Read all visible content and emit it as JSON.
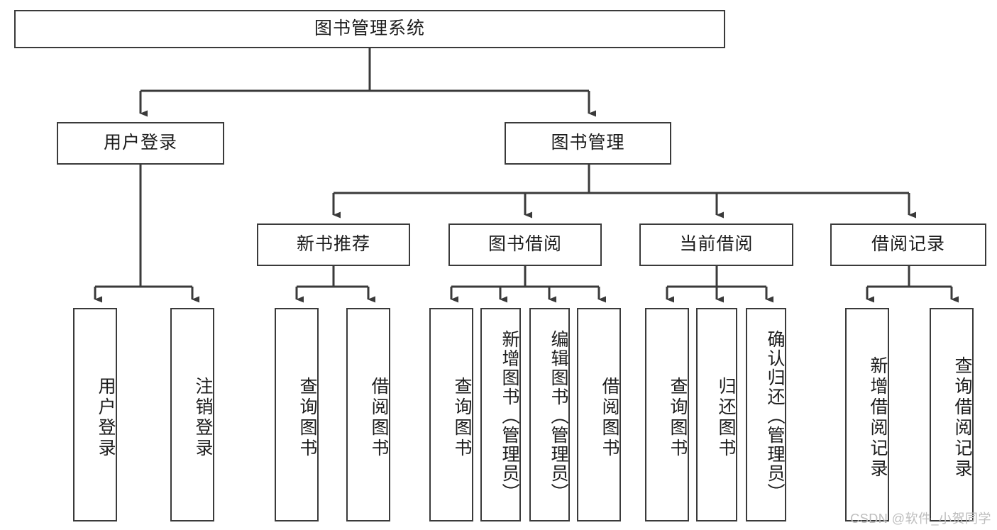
{
  "diagram": {
    "title": "图书管理系统",
    "type": "tree-hierarchy",
    "root": {
      "id": "root",
      "label": "图书管理系统"
    },
    "level2": [
      {
        "id": "user-login",
        "label": "用户登录"
      },
      {
        "id": "book-manage",
        "label": "图书管理"
      }
    ],
    "level3": [
      {
        "id": "new-book-rec",
        "label": "新书推荐",
        "parent": "book-manage"
      },
      {
        "id": "book-borrow",
        "label": "图书借阅",
        "parent": "book-manage"
      },
      {
        "id": "current-borrow",
        "label": "当前借阅",
        "parent": "book-manage"
      },
      {
        "id": "borrow-record",
        "label": "借阅记录",
        "parent": "book-manage"
      }
    ],
    "leaves": [
      {
        "id": "leaf-user-login",
        "label": "用户登录",
        "parent": "user-login"
      },
      {
        "id": "leaf-logout-login",
        "label": "注销登录",
        "parent": "user-login"
      },
      {
        "id": "leaf-query-book-1",
        "label": "查询图书",
        "parent": "new-book-rec"
      },
      {
        "id": "leaf-borrow-book-1",
        "label": "借阅图书",
        "parent": "new-book-rec"
      },
      {
        "id": "leaf-query-book-2",
        "label": "查询图书",
        "parent": "book-borrow"
      },
      {
        "id": "leaf-add-book",
        "label": "新增图书（管理员）",
        "parent": "book-borrow"
      },
      {
        "id": "leaf-edit-book",
        "label": "编辑图书（管理员）",
        "parent": "book-borrow"
      },
      {
        "id": "leaf-borrow-book-2",
        "label": "借阅图书",
        "parent": "book-borrow"
      },
      {
        "id": "leaf-query-book-3",
        "label": "查询图书",
        "parent": "current-borrow"
      },
      {
        "id": "leaf-return-book",
        "label": "归还图书",
        "parent": "current-borrow"
      },
      {
        "id": "leaf-confirm-return",
        "label": "确认归还（管理员）",
        "parent": "current-borrow"
      },
      {
        "id": "leaf-add-record",
        "label": "新增借阅记录",
        "parent": "borrow-record"
      },
      {
        "id": "leaf-query-record",
        "label": "查询借阅记录",
        "parent": "borrow-record"
      }
    ],
    "watermark": "CSDN @软件_小贺同学",
    "colors": {
      "border": "#3a3a3a",
      "text": "#1c1c1c",
      "background": "#ffffff",
      "watermark": "#bdbdbd"
    }
  }
}
